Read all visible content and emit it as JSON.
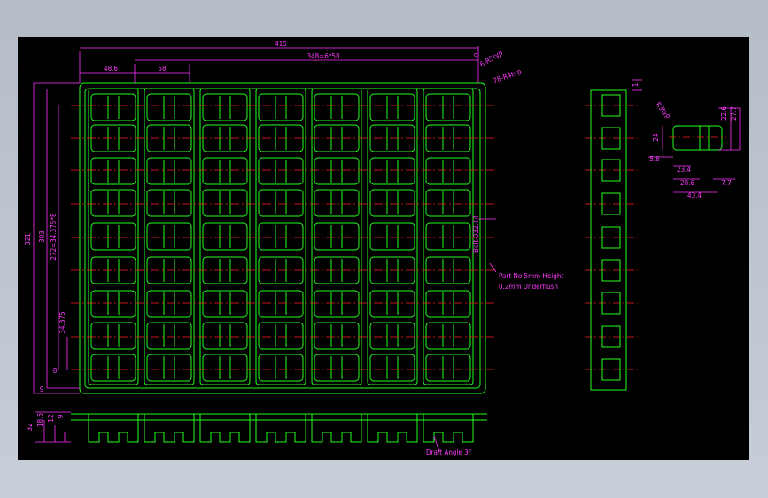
{
  "drawing": {
    "colors": {
      "background": "#000000",
      "geometry": "#22ff22",
      "dimension": "#ff33ff",
      "centerline": "#ff2222",
      "frame": "#b8c0cc"
    },
    "top_dims": {
      "overall_width": "415",
      "pitch_span": "348=6*58",
      "edge_offset": "48.6",
      "pitch": "58",
      "right_margin": "9",
      "chamfer": "6-R5typ",
      "corner_radius": "28-R4typ"
    },
    "left_dims": {
      "overall_height": "321",
      "inner_height": "303",
      "row_span": "272=34.375*8",
      "row_pitch": "34.375",
      "bottom_margin_1": "9",
      "bottom_margin_2": "8"
    },
    "thickness_dims": {
      "total": "32",
      "d1": "18.6",
      "d2": "12",
      "d3": "9"
    },
    "side_dims": {
      "top_offset": "1"
    },
    "detail_dims": {
      "radius": "R3typ",
      "w1": "22.6",
      "w2": "27.7",
      "h1": "24",
      "d1": "5.6",
      "d2": "23.4",
      "d3": "28.6",
      "d4": "7.7",
      "d5": "43.4"
    },
    "annotations": {
      "vertical_label": "Bolt-032.44",
      "part_note_line1": "Part No 5mm Height",
      "part_note_line2": "0.2mm Underflush",
      "draft_angle": "Draft Angle 3°"
    }
  }
}
